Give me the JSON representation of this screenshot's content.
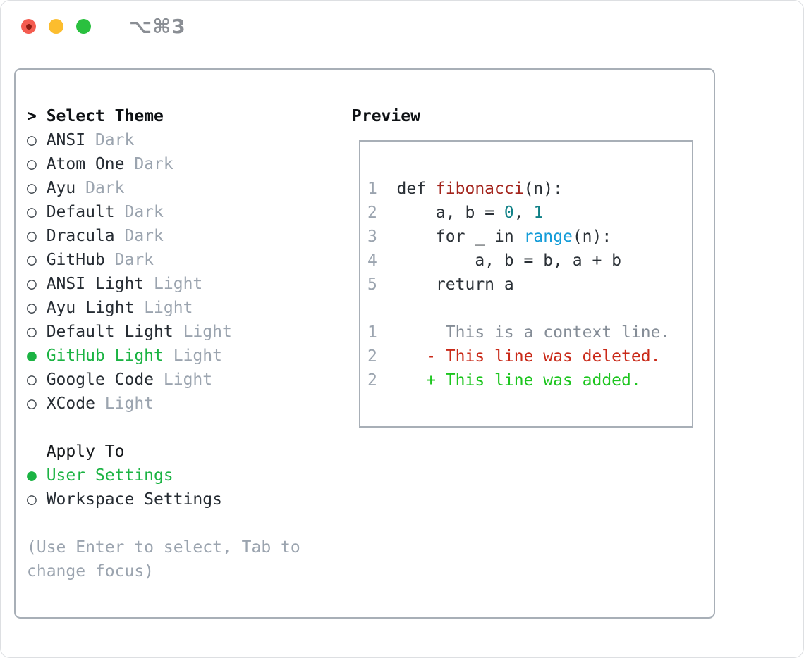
{
  "window": {
    "title": "⌥⌘3",
    "traffic_lights": [
      "close",
      "minimize",
      "zoom"
    ]
  },
  "icons": {
    "radio_selected": "●",
    "radio_unselected": "○",
    "focus_caret": ">"
  },
  "colors": {
    "accent_green": "#1bb343",
    "added_green": "#1cc51e",
    "deleted_red": "#c92a19",
    "function_red": "#a3241c",
    "number_teal": "#0f8086",
    "builtin_blue": "#149cd8",
    "code_fg": "#2a3036",
    "muted_gray": "#9ba4af",
    "context_gray": "#858d97",
    "panel_border": "#a8afb7"
  },
  "theme_picker": {
    "header_prefix": ">",
    "header_label": "Select Theme",
    "themes": [
      {
        "name": "ANSI",
        "tag": "Dark",
        "selected": false
      },
      {
        "name": "Atom One",
        "tag": "Dark",
        "selected": false
      },
      {
        "name": "Ayu",
        "tag": "Dark",
        "selected": false
      },
      {
        "name": "Default",
        "tag": "Dark",
        "selected": false
      },
      {
        "name": "Dracula",
        "tag": "Dark",
        "selected": false
      },
      {
        "name": "GitHub",
        "tag": "Dark",
        "selected": false
      },
      {
        "name": "ANSI Light",
        "tag": "Light",
        "selected": false
      },
      {
        "name": "Ayu Light",
        "tag": "Light",
        "selected": false
      },
      {
        "name": "Default Light",
        "tag": "Light",
        "selected": false
      },
      {
        "name": "GitHub Light",
        "tag": "Light",
        "selected": true
      },
      {
        "name": "Google Code",
        "tag": "Light",
        "selected": false
      },
      {
        "name": "XCode",
        "tag": "Light",
        "selected": false
      }
    ],
    "apply_to": {
      "label": "Apply To",
      "options": [
        {
          "name": "User Settings",
          "selected": true
        },
        {
          "name": "Workspace Settings",
          "selected": false
        }
      ]
    },
    "hint": "(Use Enter to select, Tab to change focus)"
  },
  "preview": {
    "label": "Preview",
    "code_lines": [
      {
        "name": "code-line-def",
        "num": "1",
        "segments": [
          {
            "text": "def ",
            "color": "code_fg"
          },
          {
            "text": "fibonacci",
            "color": "function_red"
          },
          {
            "text": "(n):",
            "color": "code_fg"
          }
        ]
      },
      {
        "name": "code-line-assign",
        "num": "2",
        "segments": [
          {
            "text": "    a, b = ",
            "color": "code_fg"
          },
          {
            "text": "0",
            "color": "number_teal"
          },
          {
            "text": ", ",
            "color": "code_fg"
          },
          {
            "text": "1",
            "color": "number_teal"
          }
        ]
      },
      {
        "name": "code-line-for",
        "num": "3",
        "segments": [
          {
            "text": "    for _ in ",
            "color": "code_fg"
          },
          {
            "text": "range",
            "color": "builtin_blue"
          },
          {
            "text": "(n):",
            "color": "code_fg"
          }
        ]
      },
      {
        "name": "code-line-swap",
        "num": "4",
        "segments": [
          {
            "text": "        a, b = b, a + b",
            "color": "code_fg"
          }
        ]
      },
      {
        "name": "code-line-return",
        "num": "5",
        "segments": [
          {
            "text": "    return a",
            "color": "code_fg"
          }
        ]
      },
      {
        "name": "blank-line",
        "num": "",
        "segments": []
      },
      {
        "name": "diff-context-line",
        "num": "1",
        "segments": [
          {
            "text": "     This is a context line.",
            "color": "context_gray"
          }
        ]
      },
      {
        "name": "diff-deleted-line",
        "num": "2",
        "segments": [
          {
            "text": "   - This line was deleted.",
            "color": "deleted_red"
          }
        ]
      },
      {
        "name": "diff-added-line",
        "num": "2",
        "segments": [
          {
            "text": "   + This line was added.",
            "color": "added_green"
          }
        ]
      }
    ]
  }
}
